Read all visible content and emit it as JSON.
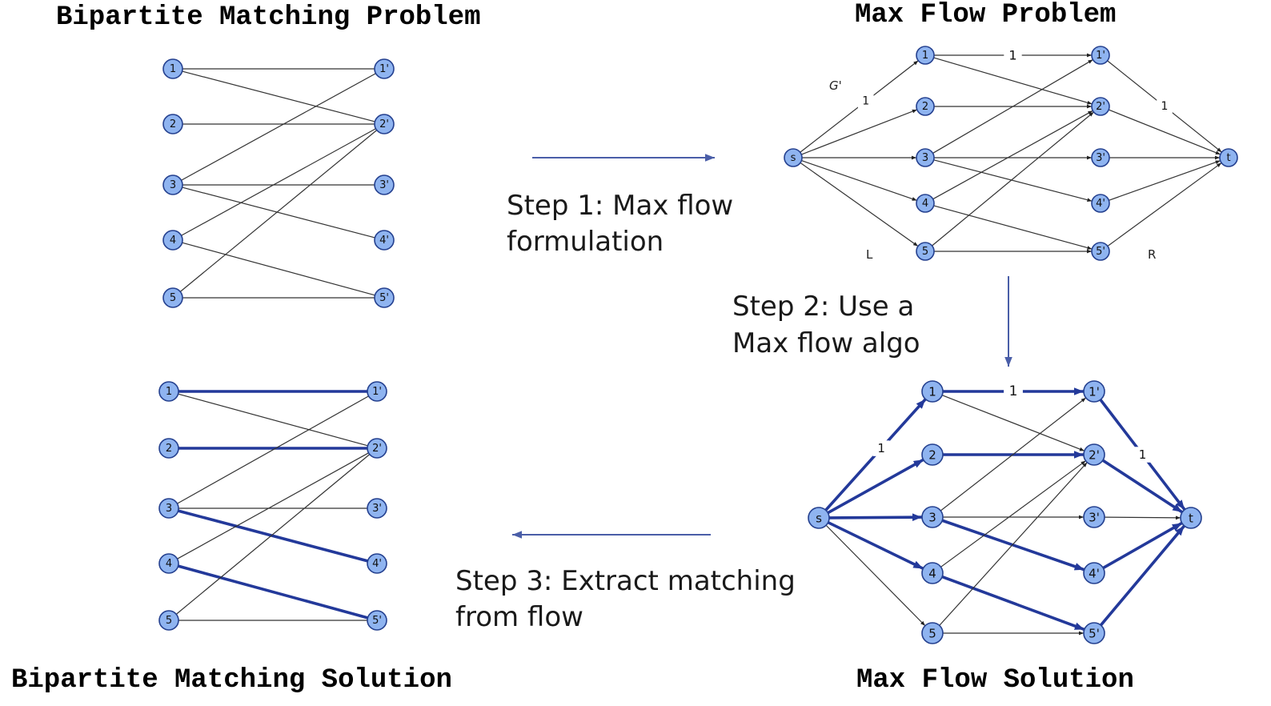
{
  "titles": {
    "bm_problem": "Bipartite Matching Problem",
    "mf_problem": "Max Flow Problem",
    "bm_solution": "Bipartite Matching Solution",
    "mf_solution": "Max Flow Solution"
  },
  "steps": [
    {
      "lines": [
        "Step 1: Max flow",
        "formulation"
      ],
      "arrow": "right"
    },
    {
      "lines": [
        "Step 2: Use a",
        "Max flow algo"
      ],
      "arrow": "down"
    },
    {
      "lines": [
        "Step 3: Extract matching",
        "from flow"
      ],
      "arrow": "left"
    }
  ],
  "colors": {
    "node_fill": "#8fb4f0",
    "node_stroke": "#24408f",
    "bold_edge": "#23399a",
    "edge": "#333333",
    "step_arrow": "#4a5ea8"
  },
  "left_nodes": [
    "1",
    "2",
    "3",
    "4",
    "5"
  ],
  "right_nodes": [
    "1'",
    "2'",
    "3'",
    "4'",
    "5'"
  ],
  "source_label": "s",
  "sink_label": "t",
  "bipartite_edges": [
    [
      1,
      1
    ],
    [
      1,
      2
    ],
    [
      2,
      2
    ],
    [
      3,
      1
    ],
    [
      3,
      3
    ],
    [
      3,
      4
    ],
    [
      4,
      2
    ],
    [
      4,
      5
    ],
    [
      5,
      2
    ],
    [
      5,
      5
    ]
  ],
  "matching_edges": [
    [
      1,
      1
    ],
    [
      2,
      2
    ],
    [
      3,
      4
    ],
    [
      4,
      5
    ]
  ],
  "flow_graph_labels": {
    "graph_name": "G'",
    "left_side": "L",
    "right_side": "R",
    "capacity": "1"
  }
}
